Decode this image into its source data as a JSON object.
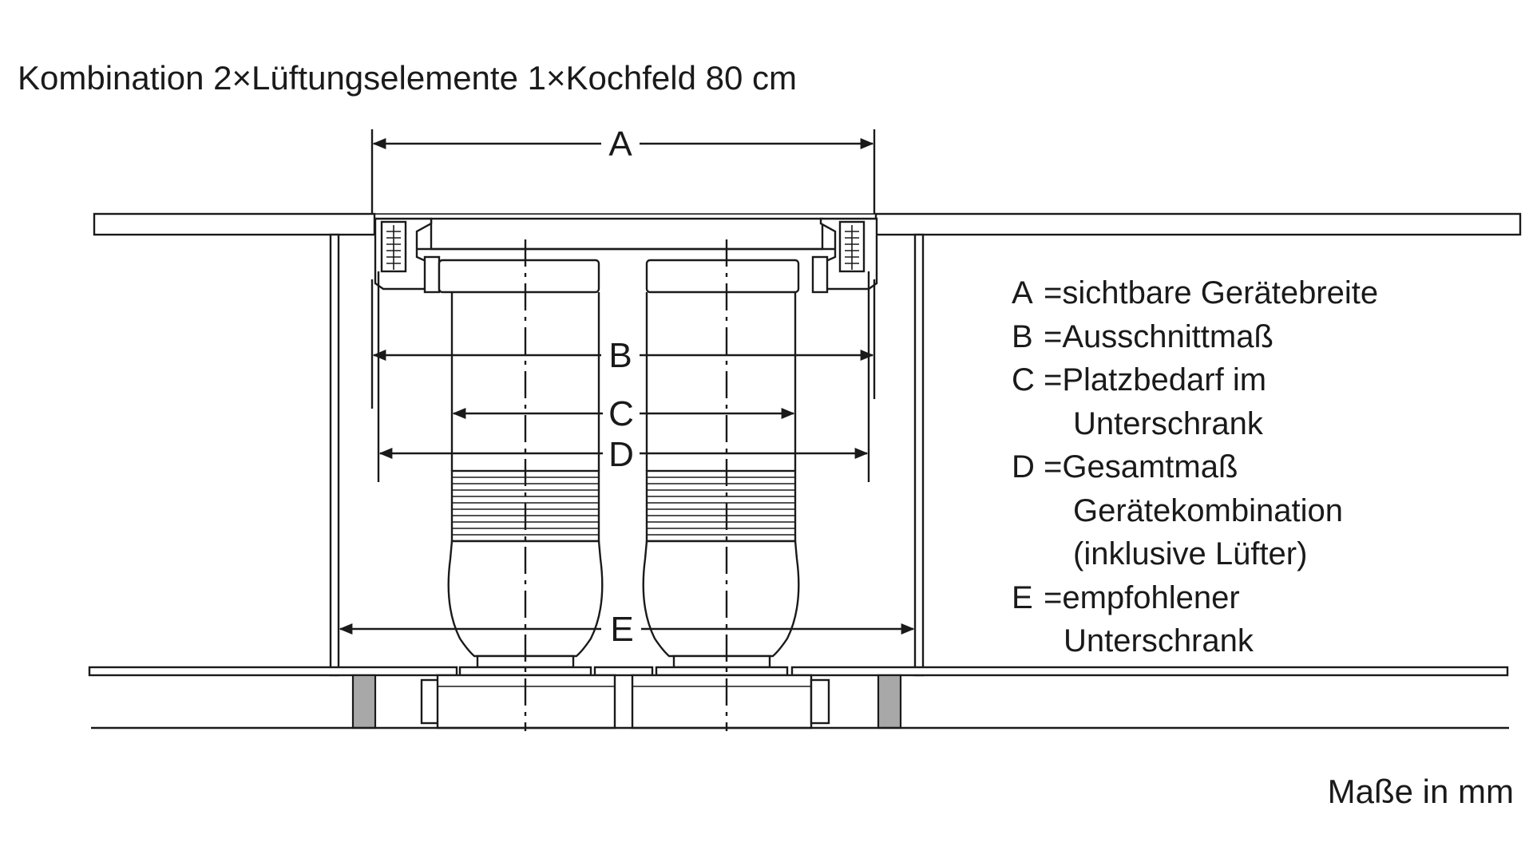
{
  "title": "Kombination 2×Lüftungselemente 1×Kochfeld 80 cm",
  "units_note": "Maße in mm",
  "dimensions": [
    {
      "label": "A"
    },
    {
      "label": "B"
    },
    {
      "label": "C"
    },
    {
      "label": "D"
    },
    {
      "label": "E"
    }
  ],
  "legend": [
    {
      "key": "A",
      "text": "=sichtbare Gerätebreite",
      "continuation": []
    },
    {
      "key": "B",
      "text": "=Ausschnittmaß",
      "continuation": []
    },
    {
      "key": "C",
      "text": "=Platzbedarf im",
      "continuation": [
        "Unterschrank"
      ]
    },
    {
      "key": "D",
      "text": "=Gesamtmaß",
      "continuation": [
        "Gerätekombination",
        "(inklusive Lüfter)"
      ]
    },
    {
      "key": "E",
      "text": "=empfohlener",
      "continuation": [
        "Unterschrank"
      ]
    }
  ]
}
